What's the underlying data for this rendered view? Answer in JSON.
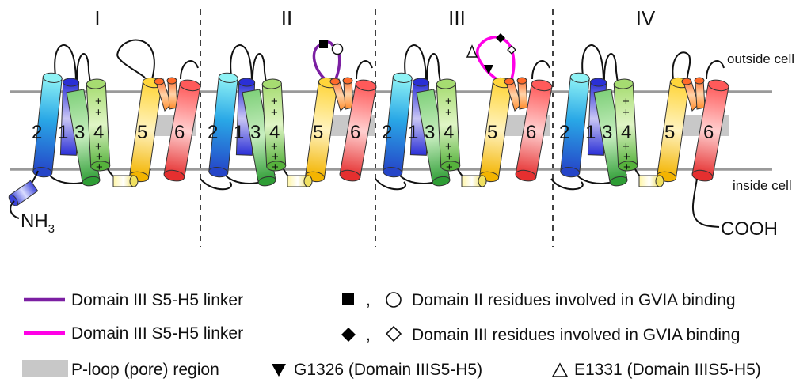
{
  "domains": [
    {
      "label": "I",
      "helices": [
        "2",
        "1",
        "3",
        "4",
        "5",
        "6"
      ],
      "charges": [
        "+",
        "+",
        "+",
        "+",
        "+"
      ]
    },
    {
      "label": "II",
      "helices": [
        "2",
        "1",
        "3",
        "4",
        "5",
        "6"
      ],
      "charges": [
        "+",
        "+",
        "+",
        "+",
        "+"
      ]
    },
    {
      "label": "III",
      "helices": [
        "2",
        "1",
        "3",
        "4",
        "5",
        "6"
      ],
      "charges": [
        "+",
        "+",
        "+",
        "+",
        "+"
      ]
    },
    {
      "label": "IV",
      "helices": [
        "2",
        "1",
        "3",
        "4",
        "5",
        "6"
      ],
      "charges": [
        "+",
        "+",
        "+",
        "+",
        "+"
      ]
    }
  ],
  "membrane": {
    "outside_label": "outside cell",
    "inside_label": "inside cell"
  },
  "termini": {
    "n": "NH",
    "n_sub": "3",
    "c": "COOH"
  },
  "legend": {
    "linker_purple": "Domain III S5-H5 linker",
    "linker_magenta": "Domain III S5-H5 linker",
    "ploop": "P-loop (pore) region",
    "domain2_sep": ",",
    "domain2_text": "Domain II residues involved in GVIA binding",
    "domain3_sep": ",",
    "domain3_text": "Domain III residues involved in GVIA binding",
    "g_text": "G1326 (Domain IIIS5-H5)",
    "e_text": "E1331 (Domain IIIS5-H5)"
  },
  "colors": {
    "linker_purple": "#7b1fa2",
    "linker_magenta": "#ff00e6",
    "ploop": "#c8c8c8",
    "membrane": "#9a9a9a"
  }
}
